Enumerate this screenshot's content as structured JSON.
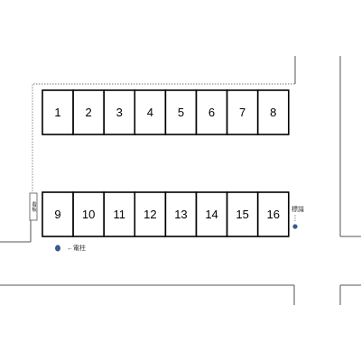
{
  "colors": {
    "road_line": "#555555",
    "slot_stroke": "#000000",
    "marker_fill": "#3a5a8c",
    "background": "#ffffff"
  },
  "parking": {
    "top_row": [
      "1",
      "2",
      "3",
      "4",
      "5",
      "6",
      "7",
      "8"
    ],
    "bottom_row": [
      "9",
      "10",
      "11",
      "12",
      "13",
      "14",
      "15",
      "16"
    ]
  },
  "labels": {
    "name_board": "看板",
    "utility_pole": "←電柱",
    "sign": "標識"
  },
  "icons": {
    "utility_pole": "blue-dot-icon",
    "sign": "blue-dot-icon"
  }
}
